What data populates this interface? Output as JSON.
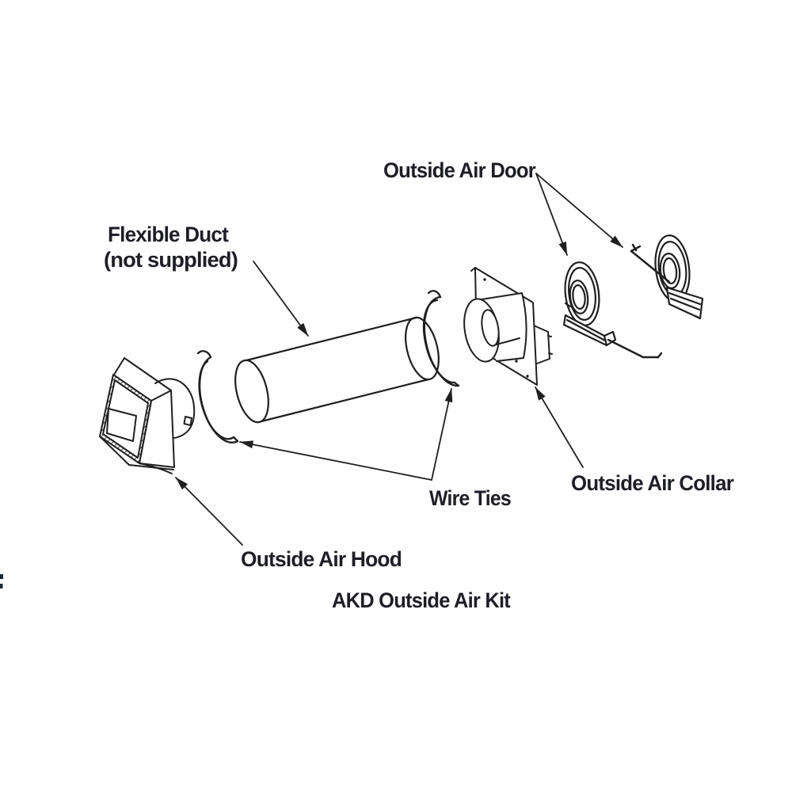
{
  "diagram": {
    "title": "AKD Outside Air Kit",
    "labels": {
      "outside_air_door": "Outside Air Door",
      "flexible_duct": "Flexible Duct",
      "flexible_duct_note": "(not supplied)",
      "wire_ties": "Wire Ties",
      "outside_air_collar": "Outside Air Collar",
      "outside_air_hood": "Outside Air Hood"
    },
    "colors": {
      "line": "#1f1f1f",
      "text": "#1e1e26",
      "background": "#ffffff"
    }
  }
}
